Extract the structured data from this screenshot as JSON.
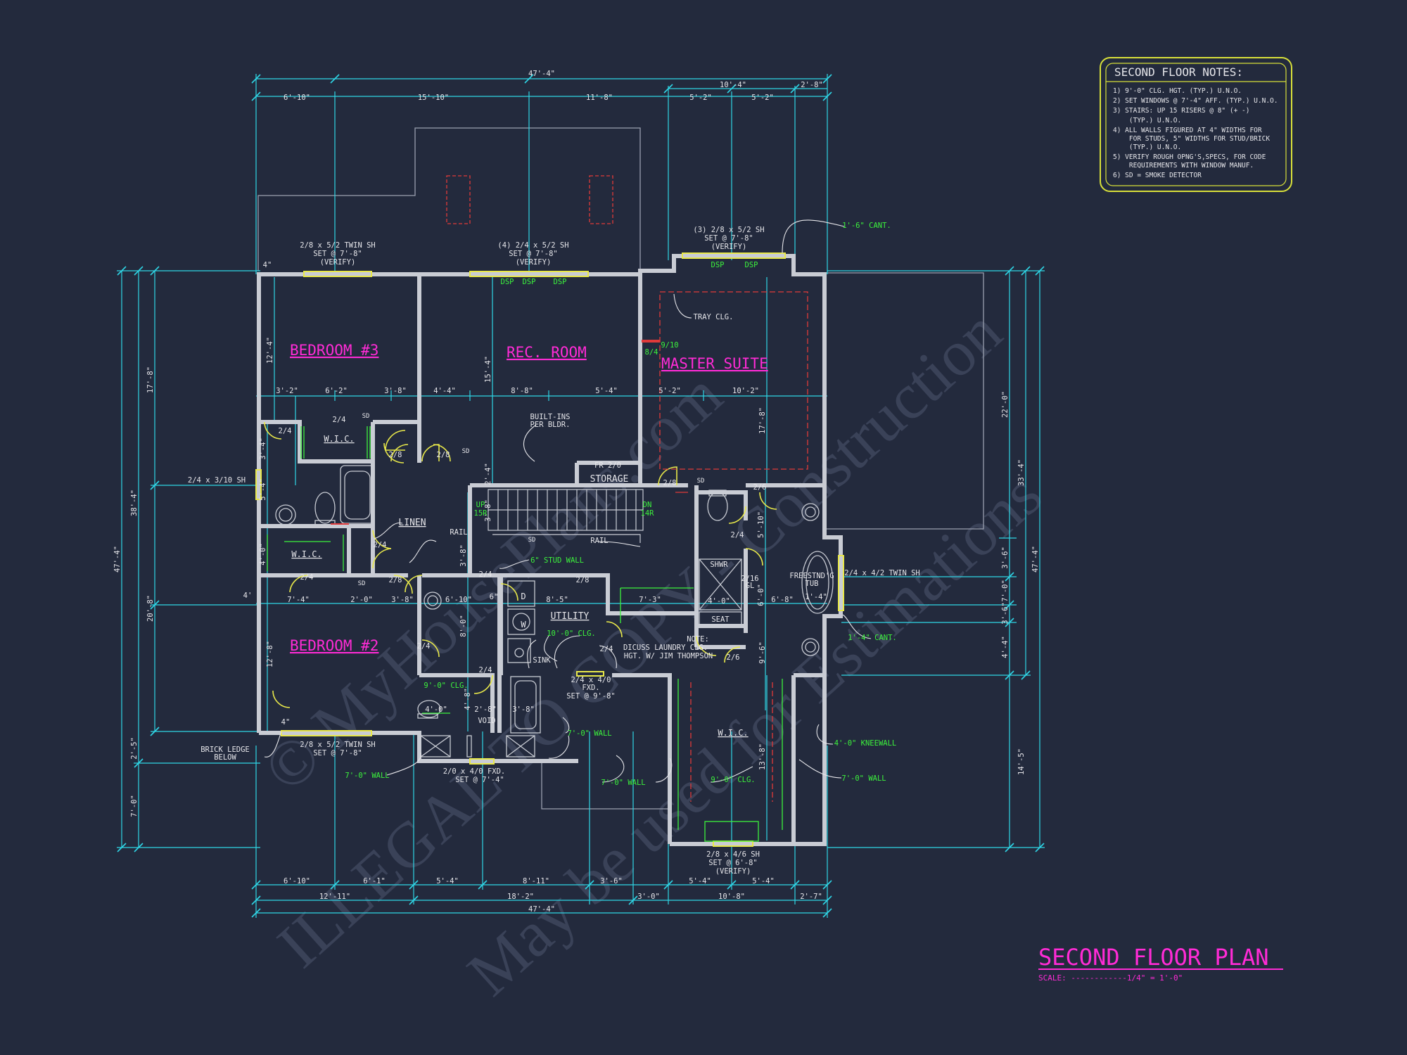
{
  "colors": {
    "background": "#232a3d",
    "dimension": "#2fd6e6",
    "wall": "#c9ccd4",
    "room_label": "#ff2bd6",
    "note_green": "#3cf23c",
    "window_yellow": "#e8e84a",
    "notes_border": "#d8e03a",
    "white_text": "#e6e6ea",
    "hidden_red": "#e03a3a",
    "watermark": "#3a4258"
  },
  "notes": {
    "title": "SECOND FLOOR NOTES:",
    "lines": [
      "1) 9'-0\" CLG. HGT. (TYP.) U.N.O.",
      "2) SET WINDOWS @ 7'-4\" AFF. (TYP.) U.N.O.",
      "3) STAIRS: UP 15 RISERS @ 8\" (+ -)",
      "    (TYP.) U.N.O.",
      "4) ALL WALLS FIGURED AT 4\" WIDTHS FOR",
      "    FOR STUDS, 5\" WIDTHS FOR STUD/BRICK",
      "    (TYP.) U.N.O.",
      "5) VERIFY ROUGH OPNG'S,SPECS, FOR CODE",
      "    REQUIREMENTS WITH WINDOW MANUF.",
      "6) SD = SMOKE DETECTOR"
    ]
  },
  "title_block": {
    "title": "SECOND FLOOR PLAN",
    "scale": "SCALE: ------------1/4\" = 1'-0\""
  },
  "rooms": {
    "bedroom3": "BEDROOM #3",
    "rec_room": "REC. ROOM",
    "master_suite": "MASTER SUITE",
    "bedroom2": "BEDROOM #2"
  },
  "dims": {
    "top_overall": "47'-4\"",
    "top_a": "6'-10\"",
    "top_b": "15'-10\"",
    "top_c": "11'-8\"",
    "top_d": "10'-4\"",
    "top_e": "2'-8\"",
    "top_f": "5'-2\"",
    "top_g": "5'-2\"",
    "bot_a": "6'-10\"",
    "bot_b": "6'-1\"",
    "bot_c": "5'-4\"",
    "bot_d": "8'-11\"",
    "bot_e": "3'-6\"",
    "bot_f": "5'-4\"",
    "bot_g": "5'-4\"",
    "bot2_a": "12'-11\"",
    "bot2_b": "18'-2\"",
    "bot2_c": "3'-0\"",
    "bot2_d": "10'-8\"",
    "bot2_e": "2'-7\"",
    "bot_overall": "47'-4\"",
    "left_overall": "47'-4\"",
    "left_a": "38'-4\"",
    "left_b": "17'-8\"",
    "left_c": "20'-8\"",
    "left_d": "2'-5\"",
    "left_e": "7'-0\"",
    "right_overall": "47'-4\"",
    "right_a": "33'-4\"",
    "right_b": "22'-0\"",
    "right_c": "3'-6\"",
    "right_d": "7'-0\"",
    "right_e": "3'-6\"",
    "right_f": "4'-4\"",
    "right_g": "14'-5\"",
    "in_a": "3'-2\"",
    "in_b": "6'-2\"",
    "in_c": "3'-8\"",
    "in_d": "4'-4\"",
    "in_e": "8'-8\"",
    "in_f": "5'-4\"",
    "in_g": "5'-2\"",
    "in_h": "10'-2\"",
    "in_i": "12'-4\"",
    "in_j": "15'-4\"",
    "in_k": "17'-8\"",
    "in_l": "12'-8\"",
    "in_m": "7'-4\"",
    "in_n": "2'-0\"",
    "in_o": "3'-8\"",
    "in_p": "6'-10\"",
    "in_q": "8'-5\"",
    "in_r": "7'-3\"",
    "in_s": "6'-8\"",
    "in_t": "5'-10\"",
    "in_u": "6'-0\"",
    "in_v": "9'-6\"",
    "in_w": "13'-8\"",
    "in_x": "8'-0\"",
    "in_y": "3'-8\"",
    "in_z": "4'-0\"",
    "in_aa": "3'-4\"",
    "in_ab": "5'-4\"",
    "in_ac": "2'-4\"",
    "in_ad": "3'-8\"",
    "in_ae": "4'-0\"",
    "in_af": "2'-8\"",
    "in_ag": "3'-8\"",
    "in_ah": "4'-8\"",
    "in_ai": "4'",
    "in_aj": "4\"",
    "in_ak": "4\"",
    "in_al": "6\""
  },
  "labels": {
    "win_b3": [
      "2/8 x 5/2 TWIN SH",
      "SET @ 7'-8\"",
      "(VERIFY)"
    ],
    "win_rec": [
      "(4) 2/4 x 5/2 SH",
      "SET @ 7'-8\"",
      "(VERIFY)"
    ],
    "win_master": [
      "(3) 2/8 x 5/2 SH",
      "SET @ 7'-8\"",
      "(VERIFY)"
    ],
    "cant_top": "1'-6\" CANT.",
    "tray": "TRAY CLG.",
    "builtins": [
      "BUILT-INS",
      "PER BLDR."
    ],
    "storage": "STORAGE",
    "fr20": "FR 2/0",
    "wic": "W.I.C.",
    "wic2": "W.I.C.",
    "wic3": "W.I.C.",
    "linen": "LINEN",
    "rail1": "RAIL",
    "rail2": "RAIL",
    "stud": "6\" STUD WALL",
    "win_side": "2/4 x 3/10 SH",
    "up": "UP",
    "up15": "15R",
    "dn": "DN",
    "dn14": "14R",
    "utility": "UTILITY",
    "clg10": "10'-0\" CLG.",
    "sink": "SINK",
    "note": [
      "NOTE:",
      "DICUSS LAUNDRY CLG.",
      "HGT. W/ JIM THOMPSON"
    ],
    "fxd": [
      "2/4 x 4/0",
      "FXD.",
      "SET @ 9'-8\""
    ],
    "clg9a": "9'-0\" CLG.",
    "void": "VOID",
    "shwr": "SHWR",
    "seat": "SEAT",
    "freestnd": [
      "FREESTND'G",
      "TUB"
    ],
    "twin_sh": "2/4 x 4/2 TWIN SH",
    "cant_right": "1'-4\" CANT.",
    "kneewall": "4'-0\" KNEEWALL",
    "wall7a": "7'-0\" WALL",
    "wall7b": "7'-0\" WALL",
    "wall7c": "7'-0\" WALL",
    "wall7d": "7'-0\" WALL",
    "clg9b": "9'-0\" CLG.",
    "brick": [
      "BRICK LEDGE",
      "BELOW"
    ],
    "win_b2": [
      "2/8 x 5/2 TWIN SH",
      "SET @ 7'-8\""
    ],
    "win_fxd": [
      "2/0 x 4/0 FXD.",
      "SET @ 7'-4\""
    ],
    "win_wic": [
      "2/8 x 4/6 SH",
      "SET @ 6'-8\"",
      "(VERIFY)"
    ],
    "d": "D",
    "w": "W",
    "sd": "SD",
    "dsp": "DSP",
    "gl": "GL",
    "d24": "2/4",
    "d28": "2/8",
    "d26": "2/6",
    "d216": "2/16",
    "v910": "9/10",
    "v84": "8/4",
    "dim14": "1'-4\"",
    "dim40": "4'-0\""
  },
  "watermark": [
    "© MyHousePlans.com",
    "ILLEGAL TO COPY - Construction",
    "May be used for Estimations"
  ]
}
